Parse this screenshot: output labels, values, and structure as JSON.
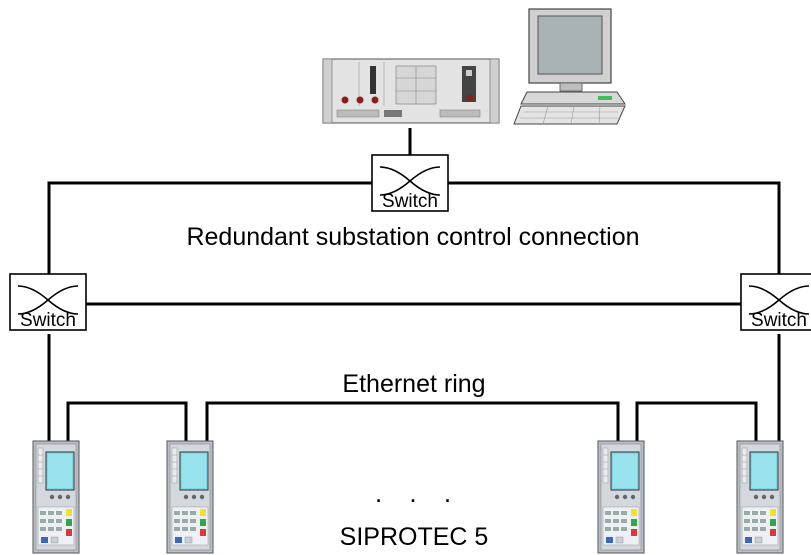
{
  "diagram": {
    "switch_label": "Switch",
    "redundant_connection_label": "Redundant substation control connection",
    "ethernet_ring_label": "Ethernet ring",
    "ellipsis": ". . .",
    "device_family_label": "SIPROTEC 5"
  },
  "colors": {
    "line": "#000000",
    "device_body": "#c8ccd4",
    "device_screen": "#7fd8e8",
    "monitor_body": "#d0d0d0",
    "monitor_screen": "#a9b3b6",
    "rack_body": "#e3e3e3"
  },
  "icons": [
    "switch-icon",
    "substation-controller-icon",
    "workstation-icon",
    "siprotec-device-icon"
  ]
}
